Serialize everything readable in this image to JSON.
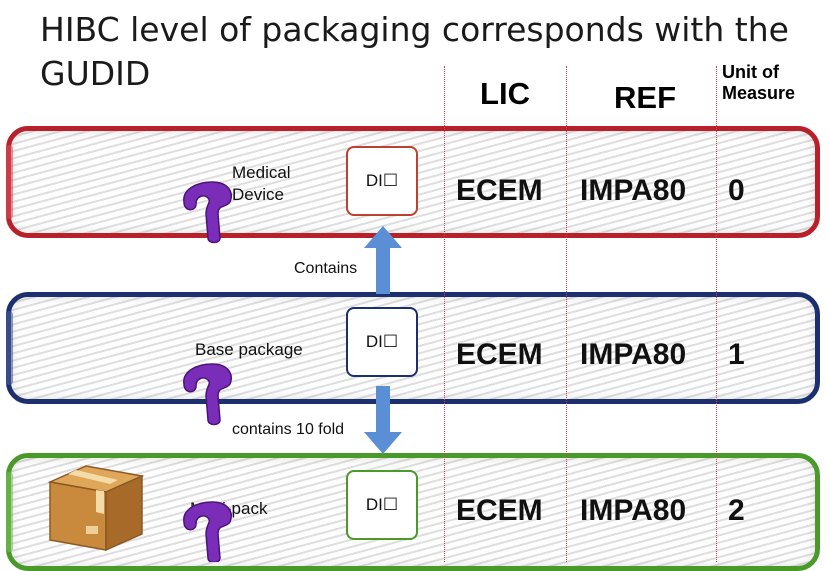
{
  "title": "HIBC level of packaging corresponds with the GUDID",
  "columns": {
    "lic": "LIC",
    "ref": "REF",
    "uom_line1": "Unit of",
    "uom_line2": "Measure"
  },
  "levels": [
    {
      "label_line1": "Medical",
      "label_line2": "Device",
      "di": "DI☐",
      "lic": "ECEM",
      "ref": "IMPA80",
      "uom": "0",
      "color": "#b8202a"
    },
    {
      "label": "Base package",
      "di": "DI☐",
      "lic": "ECEM",
      "ref": "IMPA80",
      "uom": "1",
      "color": "#1c2f6e"
    },
    {
      "label": "Multi-pack",
      "di": "DI☐",
      "lic": "ECEM",
      "ref": "IMPA80",
      "uom": "2",
      "color": "#4a9a2a"
    }
  ],
  "relations": {
    "up": "Contains",
    "down": "contains 10 fold"
  },
  "colors": {
    "arrow": "#5a8fd6",
    "hook": "#7a2db8",
    "box": "#c98a3e"
  },
  "icons": [
    "hook-icon",
    "box-icon",
    "up-arrow-icon",
    "down-arrow-icon"
  ]
}
